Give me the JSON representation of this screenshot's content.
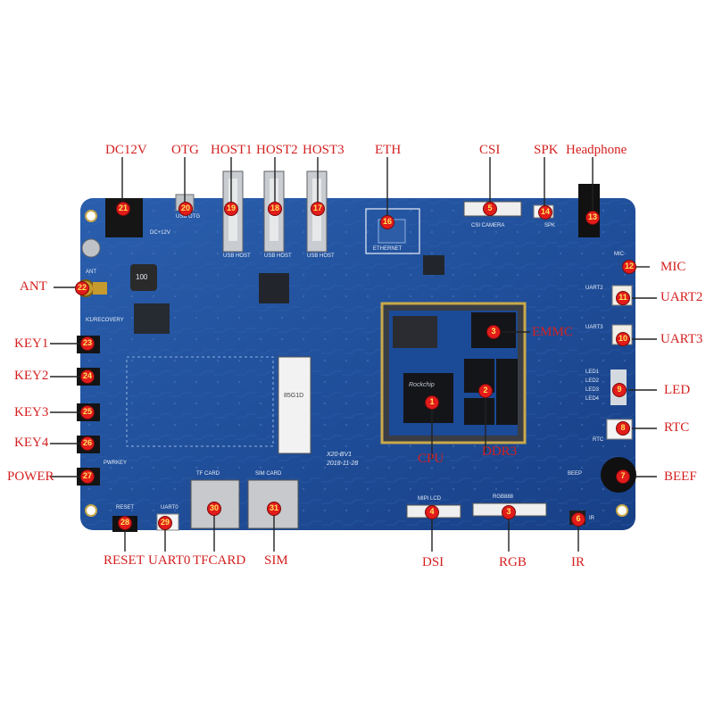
{
  "board": {
    "silkscreen": {
      "dc12v": "DC+12V",
      "usb_otg": "USB OTG",
      "usb_host": "USB HOST",
      "ethernet": "ETHERNET",
      "csi_camera": "CSI CAMERA",
      "spk": "SPK",
      "ant": "ANT",
      "recovery": "K1/RECOVERY",
      "mic": "MIC",
      "uart2": "UART2",
      "uart3": "UART3",
      "leds": [
        "LED1",
        "LED2",
        "LED3",
        "LED4"
      ],
      "rtc": "RTC",
      "beep": "BEEP",
      "power_key": "PWRKEY",
      "reset": "RESET",
      "uart0": "UART0",
      "tf_card": "TF CARD",
      "sim_card": "SIM CARD",
      "mipi_lcd": "MIPI LCD",
      "rgb888": "RGB888",
      "ir": "IR",
      "model": "X20-BV1",
      "date": "2018-11-28",
      "inductor": "100",
      "cpu_mark": "Rockchip",
      "slot_mark": "85G1D"
    }
  },
  "callouts": [
    {
      "id": "dc12v",
      "label": "DC12V",
      "num": "21"
    },
    {
      "id": "otg",
      "label": "OTG",
      "num": "20"
    },
    {
      "id": "host1",
      "label": "HOST1",
      "num": "19"
    },
    {
      "id": "host2",
      "label": "HOST2",
      "num": "18"
    },
    {
      "id": "host3",
      "label": "HOST3",
      "num": "17"
    },
    {
      "id": "eth",
      "label": "ETH",
      "num": "16"
    },
    {
      "id": "csi",
      "label": "CSI",
      "num": "5"
    },
    {
      "id": "spk",
      "label": "SPK",
      "num": "14"
    },
    {
      "id": "headphone",
      "label": "Headphone",
      "num": "13"
    },
    {
      "id": "ant",
      "label": "ANT",
      "num": "22"
    },
    {
      "id": "mic",
      "label": "MIC",
      "num": "12"
    },
    {
      "id": "uart2",
      "label": "UART2",
      "num": "11"
    },
    {
      "id": "emmc",
      "label": "EMMC",
      "num": "3"
    },
    {
      "id": "key1",
      "label": "KEY1",
      "num": "23"
    },
    {
      "id": "uart3",
      "label": "UART3",
      "num": "10"
    },
    {
      "id": "key2",
      "label": "KEY2",
      "num": "24"
    },
    {
      "id": "led",
      "label": "LED",
      "num": "9"
    },
    {
      "id": "key3",
      "label": "KEY3",
      "num": "25"
    },
    {
      "id": "rtc",
      "label": "RTC",
      "num": "8"
    },
    {
      "id": "key4",
      "label": "KEY4",
      "num": "26"
    },
    {
      "id": "cpu",
      "label": "CPU",
      "num": "1"
    },
    {
      "id": "ddr3",
      "label": "DDR3",
      "num": "2"
    },
    {
      "id": "power",
      "label": "POWER",
      "num": "27"
    },
    {
      "id": "beef",
      "label": "BEEF",
      "num": "7"
    },
    {
      "id": "reset",
      "label": "RESET",
      "num": "28"
    },
    {
      "id": "uart0",
      "label": "UART0",
      "num": "29"
    },
    {
      "id": "tfcard",
      "label": "TFCARD",
      "num": "30"
    },
    {
      "id": "sim",
      "label": "SIM",
      "num": "31"
    },
    {
      "id": "dsi",
      "label": "DSI",
      "num": "4"
    },
    {
      "id": "rgb",
      "label": "RGB",
      "num": "3"
    },
    {
      "id": "ir",
      "label": "IR",
      "num": "6"
    }
  ],
  "colors": {
    "pcb": "#1d4f9c",
    "label": "#d42020",
    "marker": "#e21b1b",
    "marker_text": "#ffe45c"
  }
}
